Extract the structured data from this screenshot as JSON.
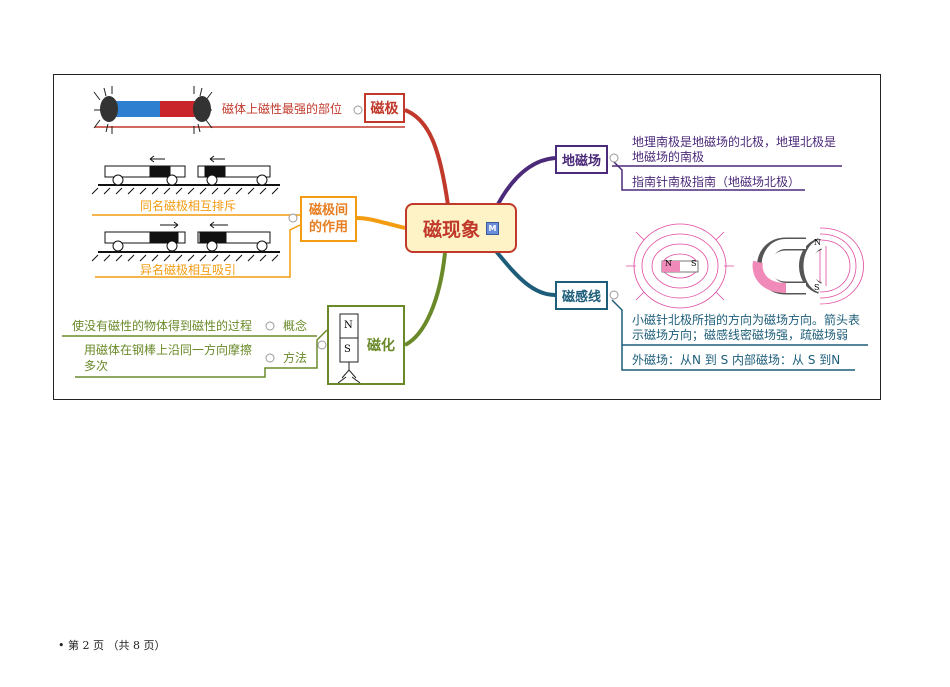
{
  "center": {
    "title": "磁现象",
    "note_icon": "M"
  },
  "colors": {
    "cijí": "#c0392b",
    "interaction": "#f39c12",
    "magnetize": "#6a8a2a",
    "geomagnetic": "#4b2a7a",
    "fieldlines": "#1d5d7a"
  },
  "branches": {
    "pole": {
      "title": "磁极",
      "desc": "磁体上磁性最强的部位"
    },
    "interaction": {
      "title_line1": "磁极间",
      "title_line2": "的作用",
      "repel": "同名磁极相互排斥",
      "attract": "异名磁极相互吸引"
    },
    "magnetize": {
      "title": "磁化",
      "concept_label": "概念",
      "concept_text": "使没有磁性的物体得到磁性的过程",
      "method_label": "方法",
      "method_line1": "用磁体在钢棒上沿同一方向摩擦",
      "method_line2": "多次",
      "pole_n": "N",
      "pole_s": "S"
    },
    "geomagnetic": {
      "title": "地磁场",
      "fact1_line1": "地理南极是地磁场的北极，地理北极是",
      "fact1_line2": "地磁场的南极",
      "fact2": "指南针南极指南（地磁场北极）"
    },
    "fieldlines": {
      "title": "磁感线",
      "fact1_line1": "小磁针北极所指的方向为磁场方向。箭头表",
      "fact1_line2": "示磁场方向；磁感线密磁场强，疏磁场弱",
      "fact2": "外磁场：从N 到 S     内部磁场：从 S 到N",
      "bar_n": "N",
      "bar_s": "S",
      "u_n": "N",
      "u_s": "S"
    }
  },
  "footer": "• 第 2 页  （共 8 页）"
}
